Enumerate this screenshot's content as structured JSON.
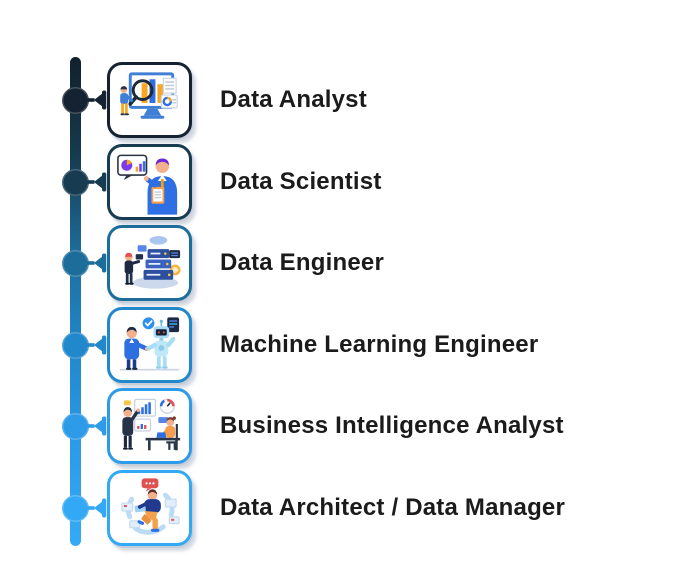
{
  "page": {
    "background": "#ffffff",
    "text_color": "#1b1b1b"
  },
  "timeline": {
    "line_gradient": [
      "#12202c",
      "#163a4f",
      "#1d6d9b",
      "#2188cb",
      "#2d9be7",
      "#35abf5"
    ],
    "items": [
      {
        "label": "Data Analyst",
        "icon": "data-analyst-illustration",
        "color": "#152231"
      },
      {
        "label": "Data Scientist",
        "icon": "data-scientist-illustration",
        "color": "#173c52"
      },
      {
        "label": "Data Engineer",
        "icon": "data-engineer-illustration",
        "color": "#1d6d9b"
      },
      {
        "label": "Machine Learning Engineer",
        "icon": "machine-learning-engineer-illustration",
        "color": "#2188cb"
      },
      {
        "label": "Business Intelligence Analyst",
        "icon": "business-intelligence-analyst-illustration",
        "color": "#2d9be7"
      },
      {
        "label": "Data Architect / Data Manager",
        "icon": "data-architect-illustration",
        "color": "#33a9f5"
      }
    ]
  }
}
